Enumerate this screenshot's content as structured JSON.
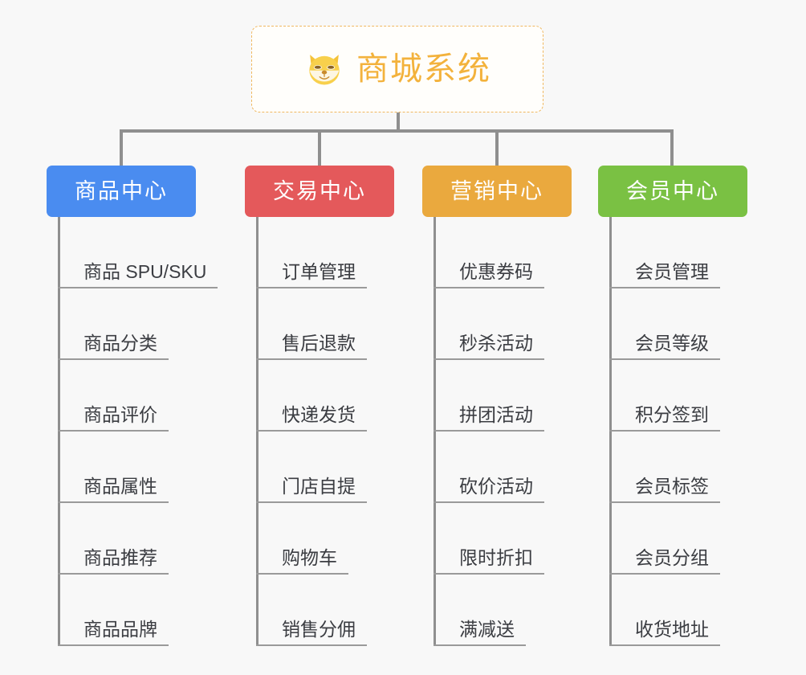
{
  "diagram": {
    "type": "organization-tree",
    "background_color": "#f8f8f8",
    "connector_color": "#8f8f8f",
    "root": {
      "title": "商城系统",
      "icon": "shiba-dog-face-icon",
      "text_color": "#f3b23c",
      "border_color": "#f0b860",
      "fill_color": "#fffefb"
    },
    "columns": [
      {
        "name": "product-center",
        "label": "商品中心",
        "color": "#4a8cf0",
        "items": [
          "商品 SPU/SKU",
          "商品分类",
          "商品评价",
          "商品属性",
          "商品推荐",
          "商品品牌"
        ]
      },
      {
        "name": "trade-center",
        "label": "交易中心",
        "color": "#e4595b",
        "items": [
          "订单管理",
          "售后退款",
          "快递发货",
          "门店自提",
          "购物车",
          "销售分佣"
        ]
      },
      {
        "name": "marketing-center",
        "label": "营销中心",
        "color": "#eaa93e",
        "items": [
          "优惠券码",
          "秒杀活动",
          "拼团活动",
          "砍价活动",
          "限时折扣",
          "满减送"
        ]
      },
      {
        "name": "member-center",
        "label": "会员中心",
        "color": "#7ac143",
        "items": [
          "会员管理",
          "会员等级",
          "积分签到",
          "会员标签",
          "会员分组",
          "收货地址"
        ]
      }
    ]
  }
}
